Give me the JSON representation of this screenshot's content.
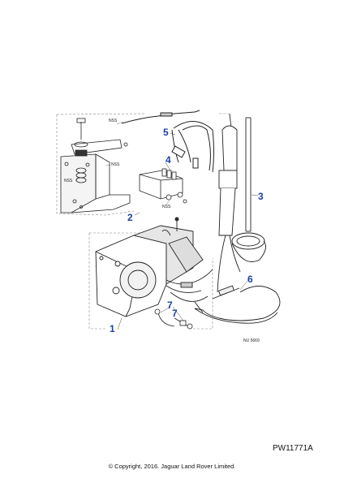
{
  "callouts": [
    "1",
    "2",
    "3",
    "4",
    "5",
    "6",
    "7",
    "7"
  ],
  "nss_labels": [
    "NSS",
    "NSS",
    "NSS",
    "NSS"
  ],
  "drawing_code": "NU 5669",
  "reference_number": "PW11771A",
  "copyright": "© Copyright, 2016. Jaguar Land Rover Limited.",
  "colors": {
    "callout": "#1f3fa8",
    "line": "#222222",
    "dashed": "#888888"
  }
}
